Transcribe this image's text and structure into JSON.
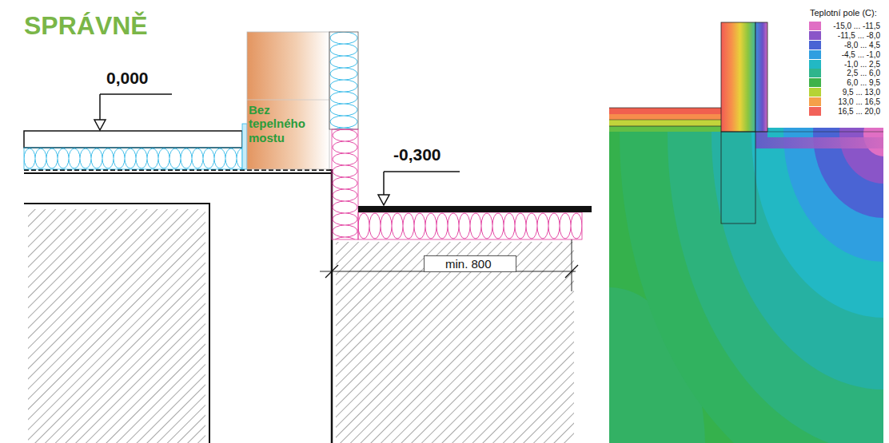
{
  "diagram": {
    "title": "SPRÁVNĚ",
    "labels": [
      "0,000",
      "Bez tepelného mostu",
      "-0,300",
      "min. 800",
      "Teplotní pole (C):"
    ],
    "legend": [
      {
        "text": "-15,0 ... -11,5",
        "color": "#e06fc4"
      },
      {
        "text": "-11,5 ... -8,0",
        "color": "#8a55c8"
      },
      {
        "text": "-8,0 ... 4,5",
        "color": "#4a64d4"
      },
      {
        "text": "-4,5 ... -1,0",
        "color": "#2f9fe0"
      },
      {
        "text": "-1,0 ... 2,5",
        "color": "#22b8c4"
      },
      {
        "text": "2,5 ... 6,0",
        "color": "#2fb58c"
      },
      {
        "text": "6,0 ... 9,5",
        "color": "#3fb24a"
      },
      {
        "text": "9,5 ... 13,0",
        "color": "#b5d335"
      },
      {
        "text": "13,0 ... 16,5",
        "color": "#f5a04a"
      },
      {
        "text": "16,5 ... 20,0",
        "color": "#f2625a"
      }
    ]
  }
}
